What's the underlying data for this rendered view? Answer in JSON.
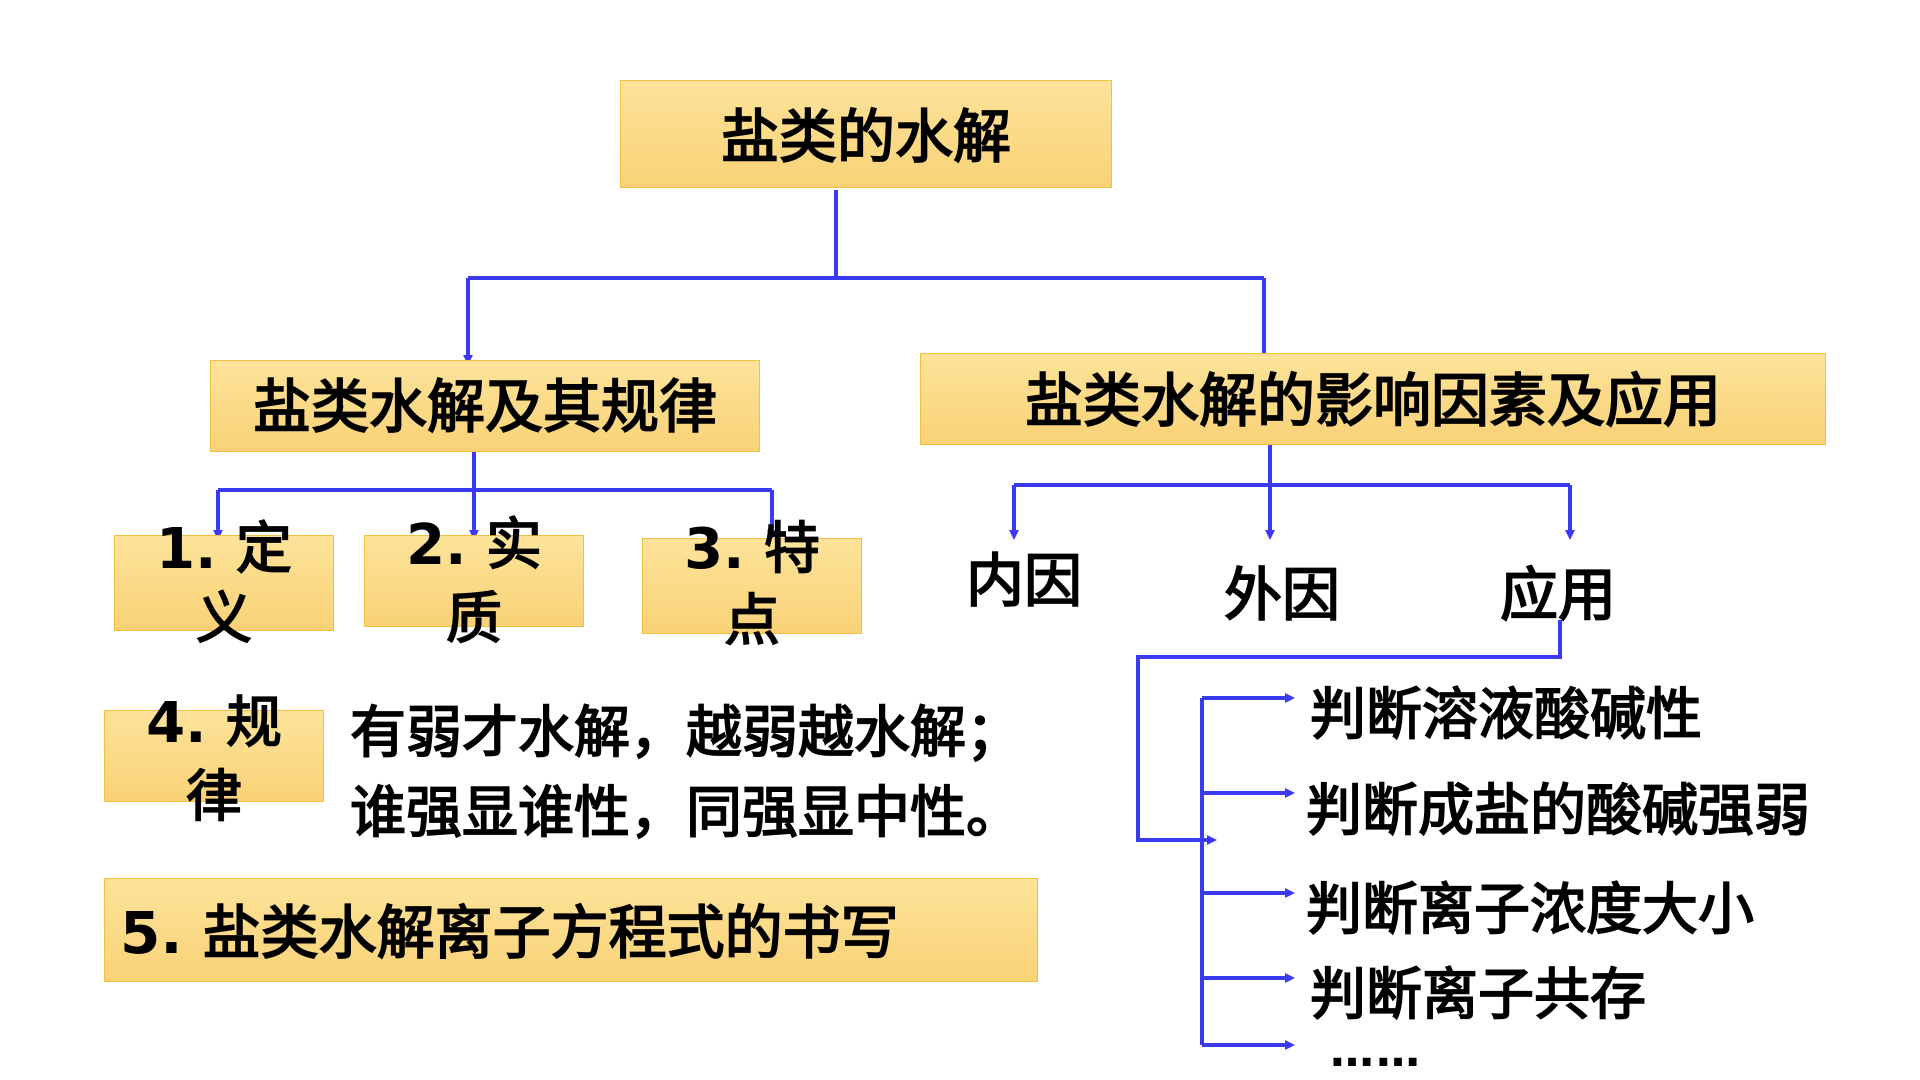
{
  "root": "盐类的水解",
  "left_branch": "盐类水解及其规律",
  "right_branch": "盐类水解的影响因素及应用",
  "left_items": {
    "definition": [
      "1. 定",
      "义"
    ],
    "essence": [
      "2. 实",
      "质"
    ],
    "feature": [
      "3. 特",
      "点"
    ],
    "rule": [
      "4. 规",
      "律"
    ]
  },
  "rule_text": [
    "有弱才水解，越弱越水解；",
    "谁强显谁性，同强显中性。"
  ],
  "item5": "5. 盐类水解离子方程式的书写",
  "right_items": {
    "internal": "内因",
    "external": "外因",
    "application": "应用"
  },
  "applications": [
    "判断溶液酸碱性",
    "判断成盐的酸碱强弱",
    "判断离子浓度大小",
    "判断离子共存",
    "……"
  ],
  "colors": {
    "box_fill": "#fbd97f",
    "line": "#3a3af0"
  }
}
